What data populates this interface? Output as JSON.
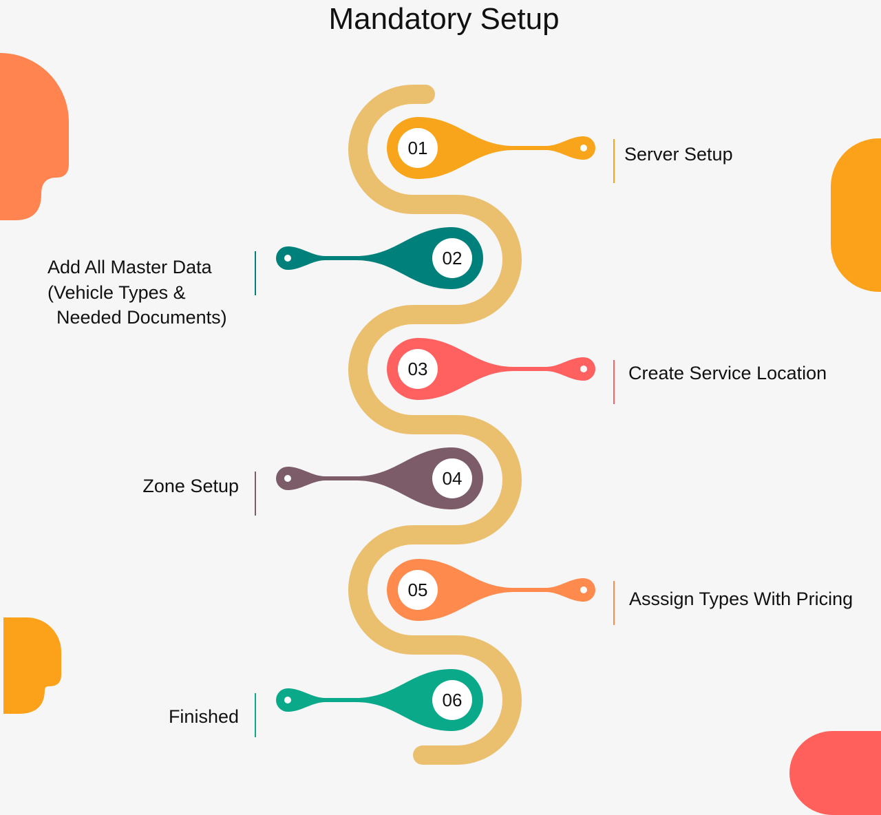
{
  "title": "Mandatory Setup",
  "colors": {
    "background": "#f6f6f6",
    "track": "#eabf6d",
    "blob_top_left": "#ff8450",
    "blob_right": "#fca21a",
    "blob_bottom_left": "#fca21a",
    "blob_bottom_right": "#ff605b"
  },
  "steps": [
    {
      "number": "01",
      "lines": [
        "Server Setup"
      ],
      "color": "#f9a51b",
      "side": "right"
    },
    {
      "number": "02",
      "lines": [
        "Add All Master Data",
        "(Vehicle Types &",
        "Needed Documents)"
      ],
      "color": "#00807b",
      "side": "left"
    },
    {
      "number": "03",
      "lines": [
        "Create Service Location"
      ],
      "color": "#ff6160",
      "side": "right"
    },
    {
      "number": "04",
      "lines": [
        "Zone Setup"
      ],
      "color": "#7c5c69",
      "side": "left"
    },
    {
      "number": "05",
      "lines": [
        "Asssign Types With Pricing"
      ],
      "color": "#ff8a4e",
      "side": "right"
    },
    {
      "number": "06",
      "lines": [
        "Finished"
      ],
      "color": "#0aa98a",
      "side": "left"
    }
  ]
}
